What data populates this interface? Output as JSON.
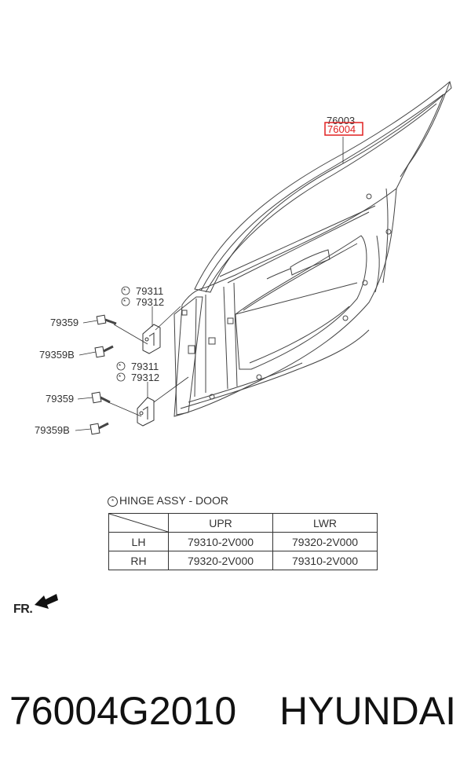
{
  "labels": {
    "part_76003": "76003",
    "part_76004": "76004",
    "hinge_upper_a": "79311",
    "hinge_upper_b": "79312",
    "bolt_upper_a": "79359",
    "bolt_upper_b": "79359B",
    "hinge_lower_a": "79311",
    "hinge_lower_b": "79312",
    "bolt_lower_a": "79359",
    "bolt_lower_b": "79359B",
    "note_mark": "*"
  },
  "highlight_color": "#e02020",
  "hinge_table": {
    "title": "HINGE ASSY - DOOR",
    "columns": [
      "UPR",
      "LWR"
    ],
    "rows": [
      {
        "side": "LH",
        "upr": "79310-2V000",
        "lwr": "79320-2V000"
      },
      {
        "side": "RH",
        "upr": "79320-2V000",
        "lwr": "79310-2V000"
      }
    ]
  },
  "front_marker": "FR.",
  "footer": {
    "part_number": "76004G2010",
    "brand": "HYUNDAI"
  }
}
